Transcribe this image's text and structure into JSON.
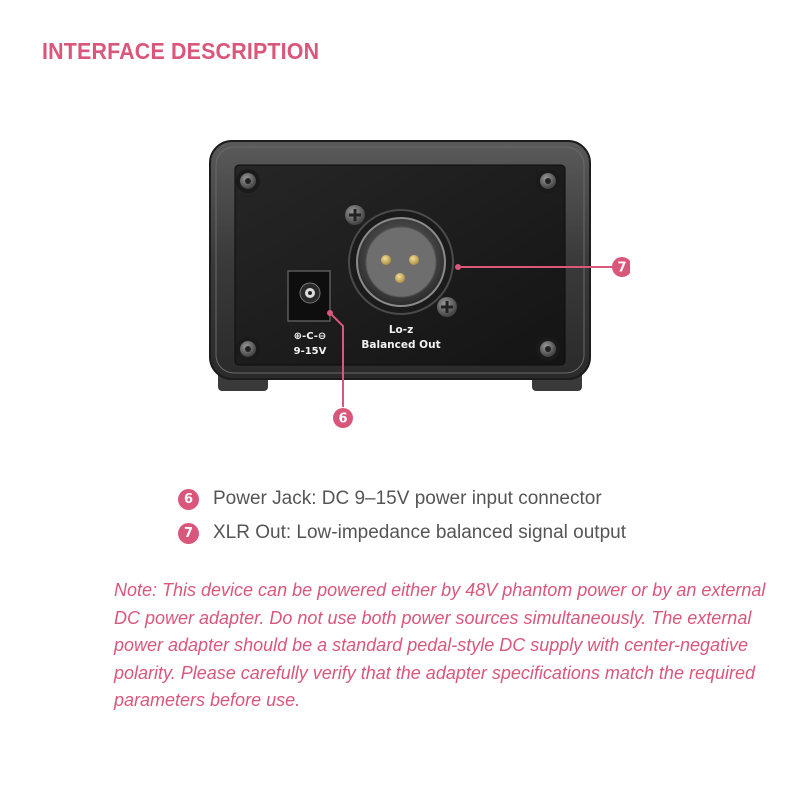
{
  "page": {
    "title": "INTERFACE DESCRIPTION",
    "accent_color": "#d9577b"
  },
  "device": {
    "power_symbol": "⊕-C-⊖",
    "power_voltage": "9-15V",
    "output_label_line1": "Lo-z",
    "output_label_line2": "Balanced Out",
    "callouts": [
      {
        "number": "6",
        "target": "power-jack"
      },
      {
        "number": "7",
        "target": "xlr-output"
      }
    ]
  },
  "legend": [
    {
      "number": "6",
      "text": "Power Jack: DC 9–15V power input connector"
    },
    {
      "number": "7",
      "text": "XLR Out: Low-impedance balanced signal output"
    }
  ],
  "note": "Note: This device can be powered either by 48V phantom power or by an external DC power adapter. Do not use both power sources simultaneously. The external power adapter should be a standard pedal-style DC supply with center-negative polarity. Please carefully verify that the adapter specifications match the required parameters before use."
}
